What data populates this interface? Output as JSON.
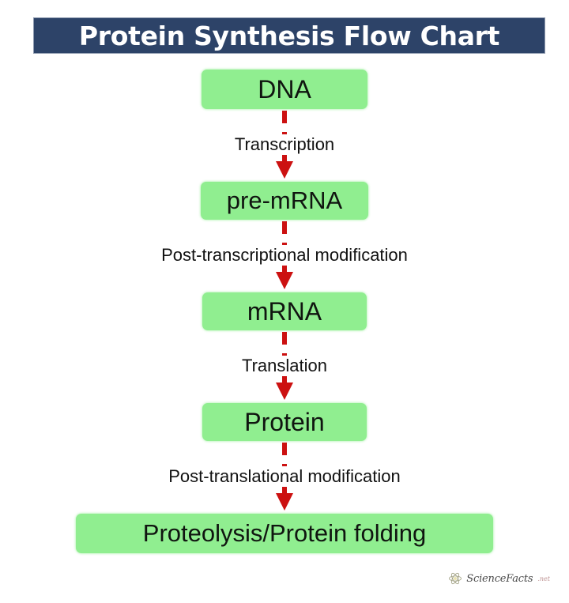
{
  "header": {
    "title": "Protein Synthesis Flow Chart",
    "bar_color": "#2d4368",
    "text_color": "#ffffff"
  },
  "theme": {
    "background": "#ffffff",
    "node_fill": "#90ee90",
    "node_text": "#101510",
    "arrow_color": "#cc1111",
    "label_text": "#111111"
  },
  "chart_data": {
    "type": "diagram",
    "title": "Protein Synthesis Flow Chart",
    "orientation": "vertical-top-to-bottom",
    "nodes": [
      {
        "id": "dna",
        "label": "DNA"
      },
      {
        "id": "pre-mrna",
        "label": "pre-mRNA"
      },
      {
        "id": "mrna",
        "label": "mRNA"
      },
      {
        "id": "protein",
        "label": "Protein"
      },
      {
        "id": "proteolysis",
        "label": "Proteolysis/Protein folding"
      }
    ],
    "edges": [
      {
        "from": "dna",
        "to": "pre-mrna",
        "label": "Transcription",
        "style": "dashed-arrow"
      },
      {
        "from": "pre-mrna",
        "to": "mrna",
        "label": "Post-transcriptional modification",
        "style": "dashed-arrow"
      },
      {
        "from": "mrna",
        "to": "protein",
        "label": "Translation",
        "style": "dashed-arrow"
      },
      {
        "from": "protein",
        "to": "proteolysis",
        "label": "Post-translational modification",
        "style": "dashed-arrow"
      }
    ]
  },
  "watermark": {
    "name": "ScienceFacts",
    "tld": ".net",
    "icon": "atom-icon"
  }
}
